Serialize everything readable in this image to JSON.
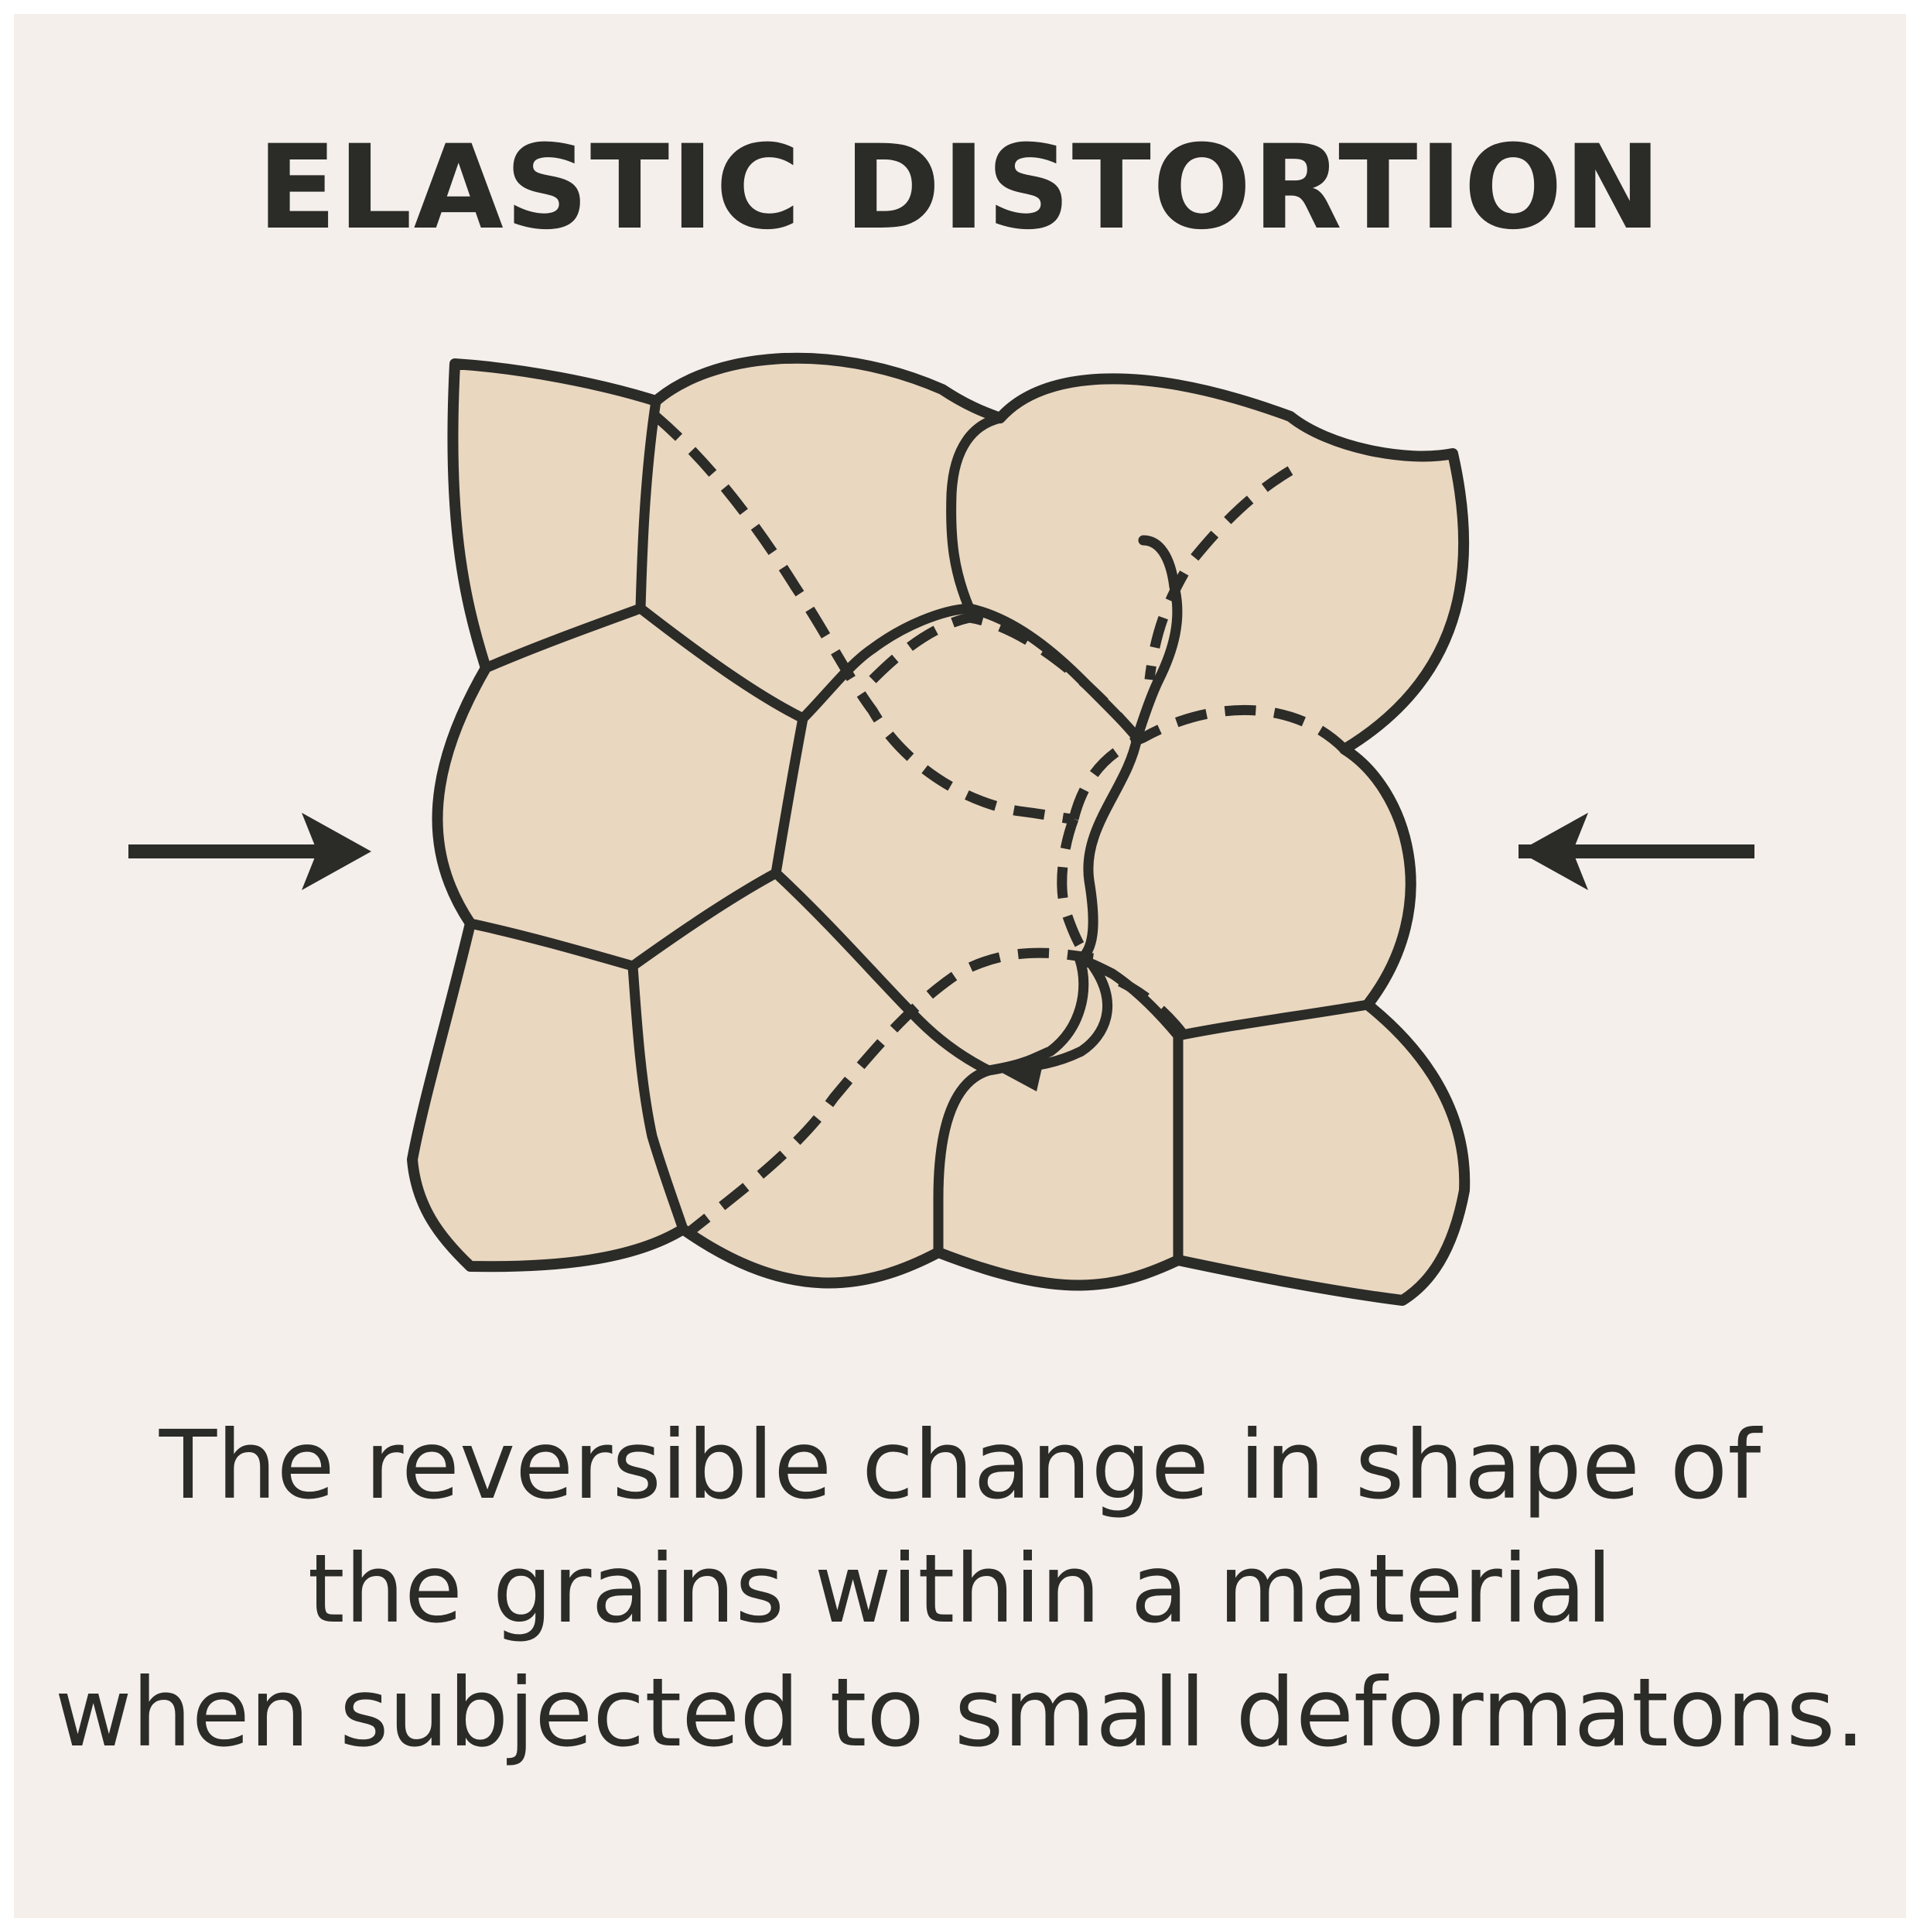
{
  "title": "ELASTIC DISTORTION",
  "description_lines": [
    "The reversible change in shape of",
    "the grains within a material",
    "when subjected to small deformatons."
  ],
  "colors": {
    "background": "#f4efea",
    "grain_fill": "#e9d7bf",
    "outline": "#2b2b28"
  },
  "icons": {
    "left_arrow": "arrow-right-icon",
    "right_arrow": "arrow-left-icon"
  }
}
